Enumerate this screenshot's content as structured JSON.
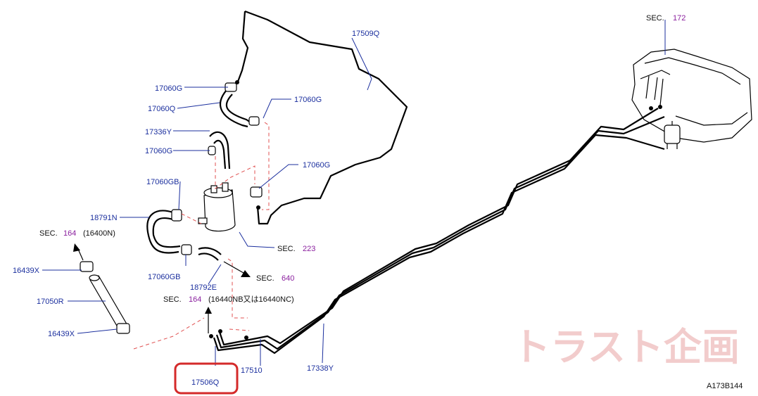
{
  "parts": {
    "p17509Q": "17509Q",
    "p17060G_a": "17060G",
    "p17060Q": "17060Q",
    "p17060G_b": "17060G",
    "p17336Y": "17336Y",
    "p17060G_c": "17060G",
    "p17060G_d": "17060G",
    "p17060GB_a": "17060GB",
    "p18791N": "18791N",
    "p17060GB_b": "17060GB",
    "p18792E": "18792E",
    "p16439X_a": "16439X",
    "p17050R": "17050R",
    "p16439X_b": "16439X",
    "p17506Q": "17506Q",
    "p17510": "17510",
    "p17338Y": "17338Y"
  },
  "sections": {
    "sec172": {
      "prefix": "SEC.",
      "num": "172"
    },
    "sec164a": {
      "prefix": "SEC.",
      "num": "164",
      "note": "(16400N)"
    },
    "sec223": {
      "prefix": "SEC.",
      "num": "223"
    },
    "sec640": {
      "prefix": "SEC.",
      "num": "640"
    },
    "sec164b": {
      "prefix": "SEC.",
      "num": "164",
      "note": "(16440NB又は16440NC)"
    }
  },
  "watermark": "トラスト企画",
  "diagram_code": "A173B144",
  "colors": {
    "part_number": "#1b2f9e",
    "section_number": "#8a1f9e",
    "highlight_box": "#d42a2a",
    "dashed_lines": "#e05050",
    "watermark": "#c81e1e"
  }
}
